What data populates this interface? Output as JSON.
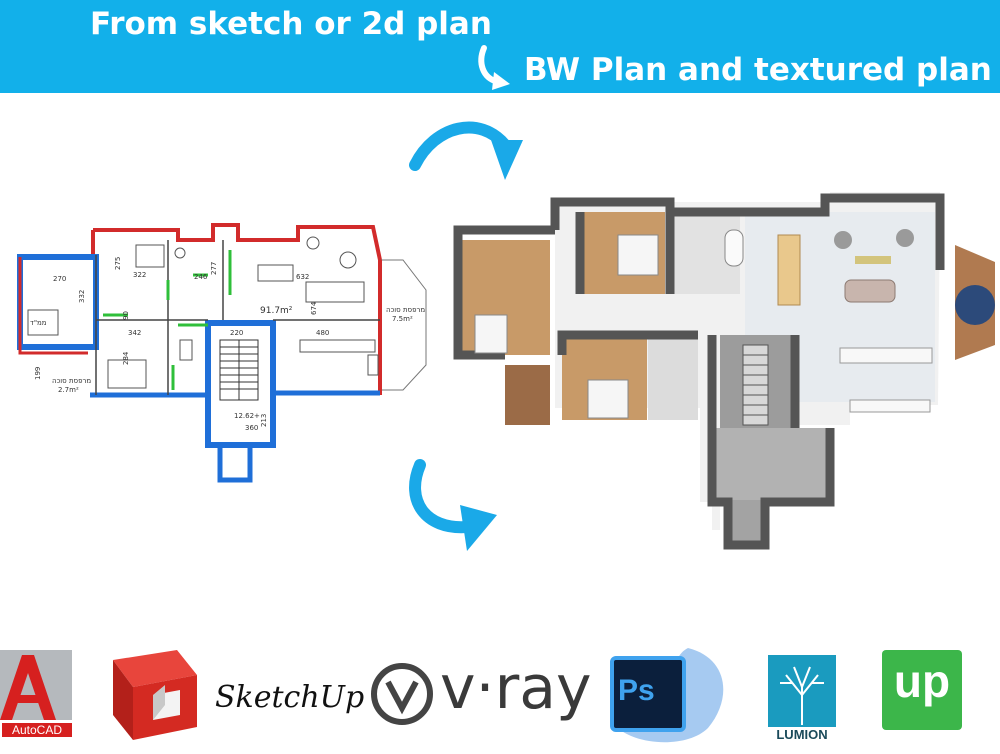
{
  "header": {
    "title": "From sketch or 2d plan",
    "subtitle": "BW Plan and textured plan"
  },
  "sketch_plan": {
    "room_dims": [
      "270",
      "322",
      "275",
      "246",
      "277",
      "632",
      "332",
      "90",
      "342",
      "284",
      "220",
      "480",
      "674",
      "360",
      "213",
      "199"
    ],
    "area_living": "91.7m²",
    "balcony_right_label": "מרפסת סוכה",
    "balcony_right_area": "7.5m²",
    "balcony_left_label": "מרפסת סוכה",
    "balcony_left_area": "2.7m²",
    "room_label_mamad": "ממ\"ד",
    "stair_level": "12.62+"
  },
  "tools": {
    "autocad": "AutoCAD",
    "sketchup": "SketchUp",
    "vray": "v·ray",
    "photoshop": "Ps",
    "lumion": "LUMION",
    "upwork": "up"
  },
  "colors": {
    "banner": "#12b0ea",
    "arrow": "#1aa9e8",
    "wall_blue": "#1f6fd8",
    "wall_red": "#d22b2b",
    "wall_green": "#2fbf3a"
  }
}
